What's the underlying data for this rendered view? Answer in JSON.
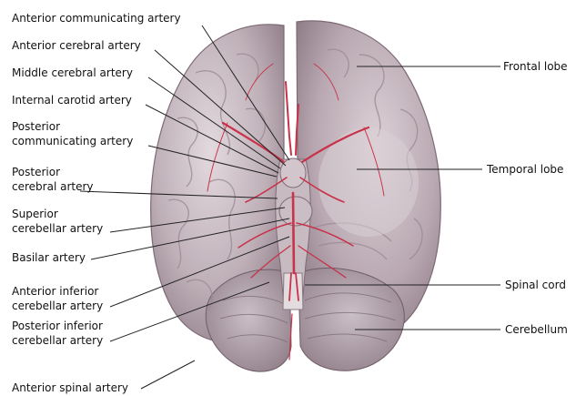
{
  "labels": {
    "ant_comm": "Anterior communicating artery",
    "ant_cereb": "Anterior cerebral artery",
    "mid_cereb": "Middle cerebral artery",
    "int_carotid": "Internal carotid artery",
    "post_comm_1": "Posterior",
    "post_comm_2": "communicating artery",
    "post_cereb_1": "Posterior",
    "post_cereb_2": "cerebral artery",
    "sup_cerebellar_1": "Superior",
    "sup_cerebellar_2": "cerebellar artery",
    "basilar": "Basilar artery",
    "aica_1": "Anterior inferior",
    "aica_2": "cerebellar artery",
    "pica_1": "Posterior inferior",
    "pica_2": "cerebellar artery",
    "ant_spinal": "Anterior spinal artery",
    "frontal": "Frontal lobe",
    "temporal": "Temporal lobe",
    "spinal_cord": "Spinal cord",
    "cerebellum": "Cerebellum"
  },
  "colors": {
    "brain_light": "#d7cdd2",
    "brain_mid": "#b3a3ac",
    "brain_dark": "#8a7882",
    "artery": "#c8324a",
    "leader": "#222222"
  }
}
